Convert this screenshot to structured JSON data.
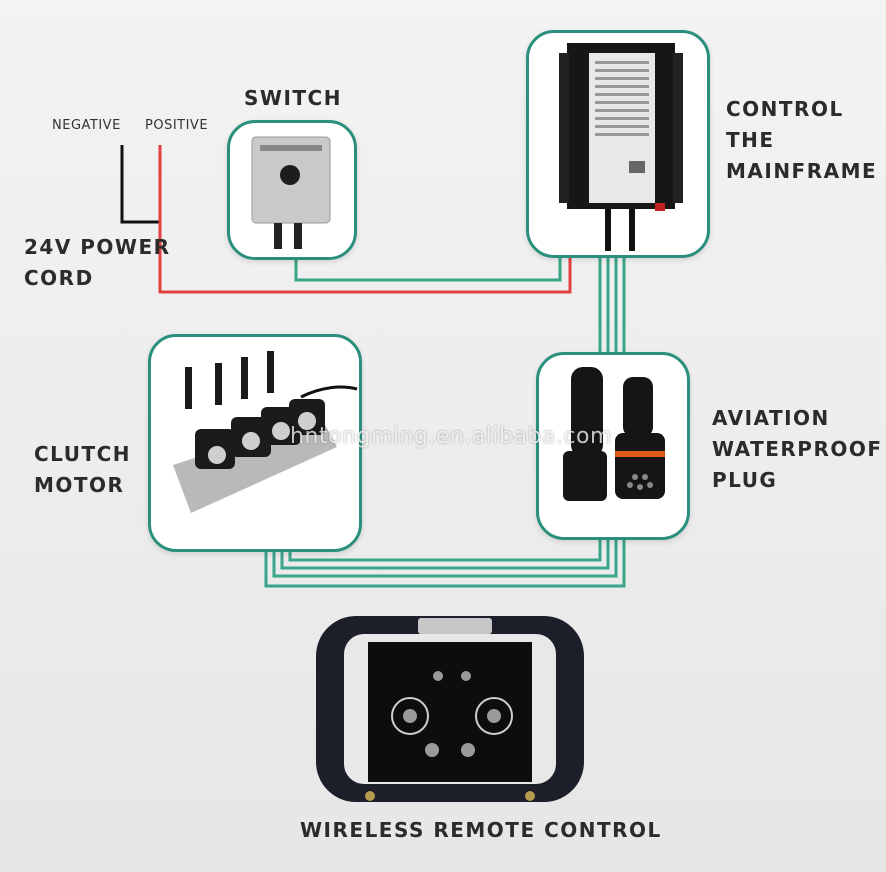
{
  "labels": {
    "negative": "NEGATIVE",
    "positive": "POSITIVE",
    "switch": "SWITCH",
    "power_cord_line1": "24V POWER",
    "power_cord_line2": "CORD",
    "control_line1": "CONTROL",
    "control_line2": "THE",
    "control_line3": "MAINFRAME",
    "clutch_line1": "CLUTCH",
    "clutch_line2": "MOTOR",
    "aviation_line1": "AVIATION",
    "aviation_line2": "WATERPROOF",
    "aviation_line3": "PLUG",
    "remote": "WIRELESS REMOTE CONTROL"
  },
  "watermark": "hntongming.en.alibaba.com",
  "colors": {
    "box_border": "#2b8f7e",
    "wire_green": "#3aa58a",
    "wire_red": "#e0413f",
    "wire_black": "#111111"
  }
}
